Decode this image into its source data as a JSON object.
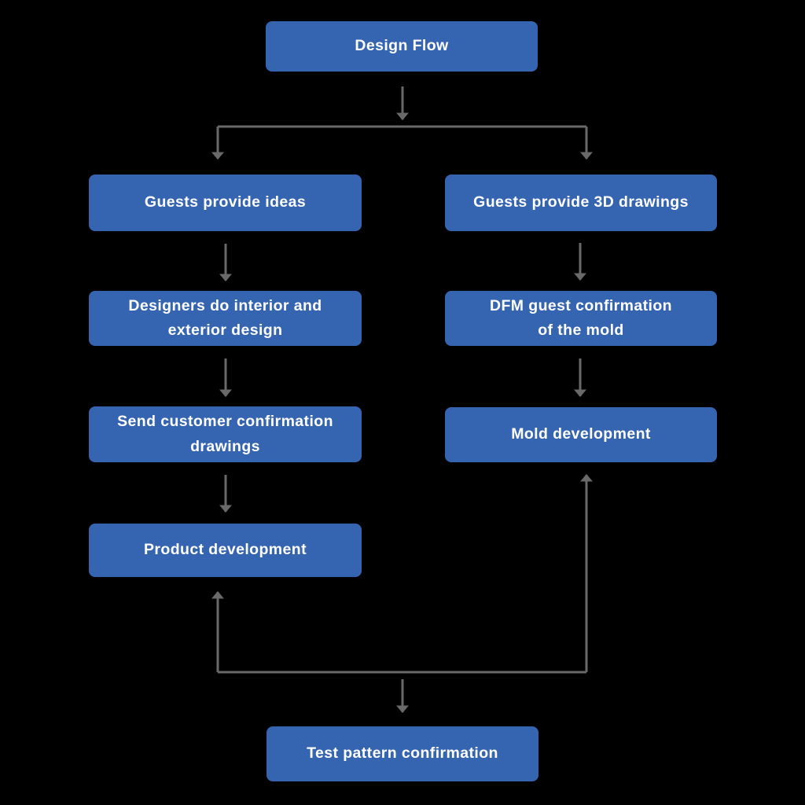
{
  "diagram": {
    "title": "Design Flow",
    "colors": {
      "background": "#000000",
      "node_fill": "#3565b1",
      "node_text": "#ffffff",
      "connector": "#696969"
    },
    "nodes": {
      "design_flow": {
        "label": "Design Flow"
      },
      "guests_provide_ideas": {
        "label": "Guests provide ideas"
      },
      "guests_provide_3d_drawings": {
        "label": "Guests provide 3D drawings"
      },
      "designers_interior_exterior": {
        "label": "Designers do interior and\nexterior design"
      },
      "dfm_guest_confirmation": {
        "label": "DFM guest confirmation\nof the mold"
      },
      "send_customer_confirmation": {
        "label": "Send customer confirmation\ndrawings"
      },
      "mold_development": {
        "label": "Mold development"
      },
      "product_development": {
        "label": "Product development"
      },
      "test_pattern_confirmation": {
        "label": "Test pattern confirmation"
      }
    },
    "edges": [
      {
        "from": "design_flow",
        "to": "guests_provide_ideas"
      },
      {
        "from": "design_flow",
        "to": "guests_provide_3d_drawings"
      },
      {
        "from": "guests_provide_ideas",
        "to": "designers_interior_exterior"
      },
      {
        "from": "guests_provide_3d_drawings",
        "to": "dfm_guest_confirmation"
      },
      {
        "from": "designers_interior_exterior",
        "to": "send_customer_confirmation"
      },
      {
        "from": "dfm_guest_confirmation",
        "to": "mold_development"
      },
      {
        "from": "send_customer_confirmation",
        "to": "product_development"
      },
      {
        "from": "test_pattern_confirmation",
        "to": "product_development"
      },
      {
        "from": "test_pattern_confirmation",
        "to": "mold_development"
      }
    ]
  }
}
